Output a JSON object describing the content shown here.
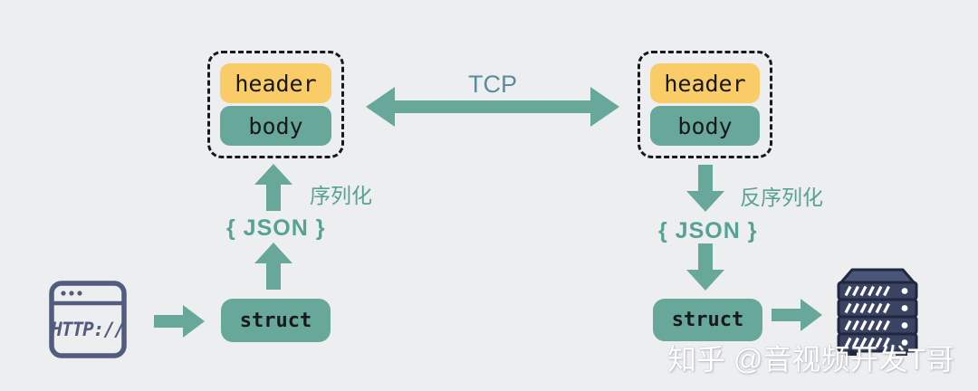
{
  "colors": {
    "background": "#EDEEF0",
    "teal": "#68A89A",
    "yellow": "#F9CC67",
    "navy": "#525D7D",
    "server_navy": "#3A4362",
    "tcp_label_color": "#5C8B9B",
    "teal_text": "#57A294",
    "dark_text": "#17191C",
    "watermark_color": "#FFFFFF"
  },
  "client": {
    "browser_label": "HTTP://"
  },
  "sender": {
    "struct_label": "struct",
    "json_label": "{ JSON }",
    "process_label": "序列化",
    "packet": {
      "header_label": "header",
      "body_label": "body"
    }
  },
  "transport": {
    "protocol_label": "TCP"
  },
  "receiver": {
    "struct_label": "struct",
    "json_label": "{ JSON }",
    "process_label": "反序列化",
    "packet": {
      "header_label": "header",
      "body_label": "body"
    }
  },
  "watermark": {
    "text": "知乎 @音视频开发T哥"
  }
}
